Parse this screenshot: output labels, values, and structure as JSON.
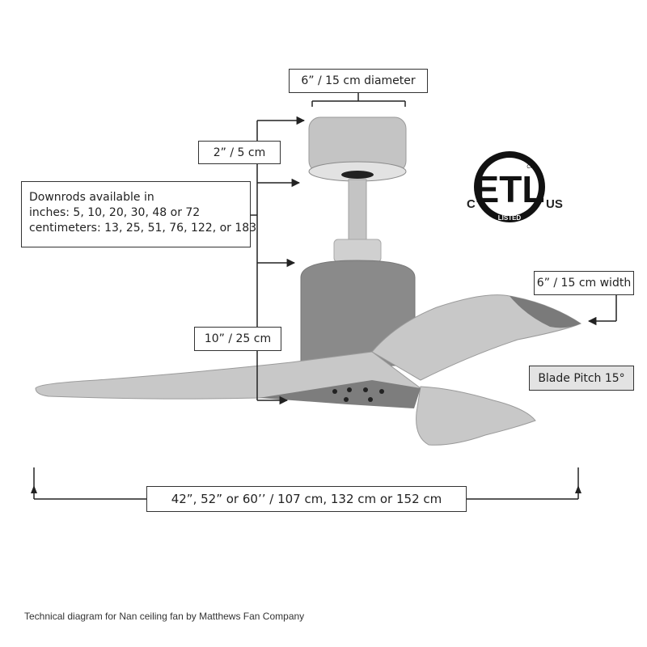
{
  "labels": {
    "canopy_diameter": "6” / 15 cm diameter",
    "canopy_height": "2” / 5 cm",
    "downrods": [
      "Downrods available in",
      "inches: 5, 10, 20, 30, 48 or 72",
      "centimeters: 13, 25, 51, 76, 122, or 183"
    ],
    "motor_height": "10” / 25 cm",
    "blade_width": "6” / 15 cm width",
    "blade_pitch": "Blade Pitch 15°",
    "span": "42”, 52” or 60’’ / 107 cm, 132  cm  or 152 cm"
  },
  "certification": {
    "mark": "ETL",
    "left": "C",
    "right": "US",
    "bottom": "LISTED",
    "superscript": "CM"
  },
  "caption": "Technical diagram for Nan ceiling fan by Matthews Fan Company",
  "colors": {
    "line": "#222222",
    "fan_body": "#c4c4c4",
    "fan_dark": "#8a8a8a",
    "pitch_box": "#e3e3e3"
  }
}
